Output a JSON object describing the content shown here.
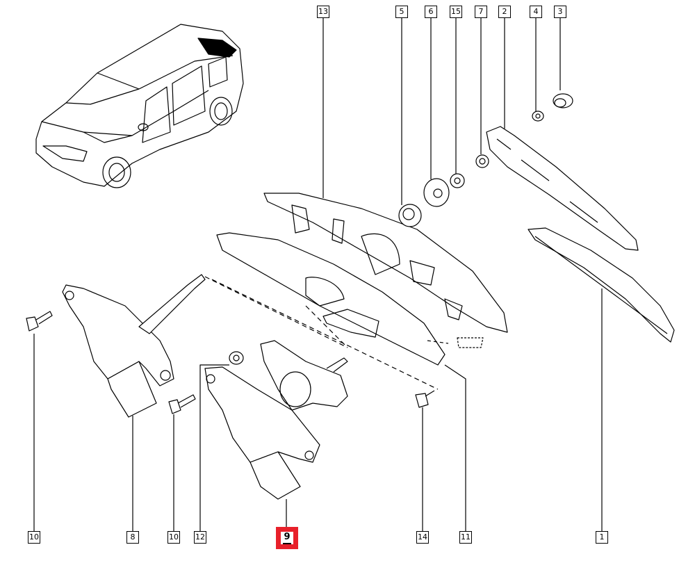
{
  "diagram": {
    "title": "Rear wiper assembly exploded view",
    "highlight_color": "#e8202a",
    "callouts": [
      {
        "id": "c13",
        "text": "13"
      },
      {
        "id": "c5",
        "text": "5"
      },
      {
        "id": "c6",
        "text": "6"
      },
      {
        "id": "c15",
        "text": "15"
      },
      {
        "id": "c7",
        "text": "7"
      },
      {
        "id": "c2",
        "text": "2"
      },
      {
        "id": "c4",
        "text": "4"
      },
      {
        "id": "c3",
        "text": "3"
      },
      {
        "id": "c10a",
        "text": "10"
      },
      {
        "id": "c8",
        "text": "8"
      },
      {
        "id": "c10b",
        "text": "10"
      },
      {
        "id": "c12",
        "text": "12"
      },
      {
        "id": "c9",
        "text": "9",
        "highlighted": true
      },
      {
        "id": "c14",
        "text": "14"
      },
      {
        "id": "c11",
        "text": "11"
      },
      {
        "id": "c1",
        "text": "1"
      }
    ]
  }
}
